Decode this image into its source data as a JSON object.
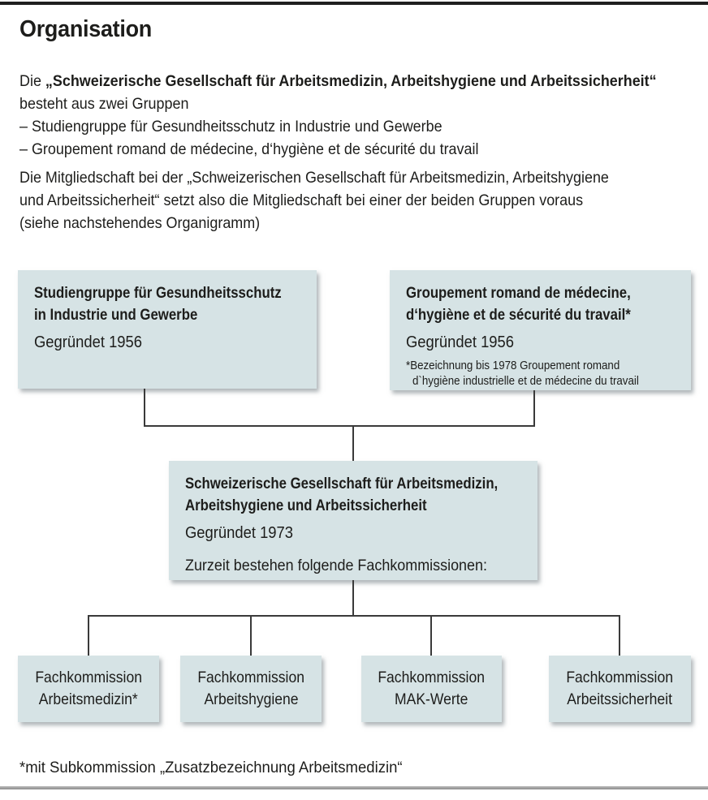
{
  "page": {
    "title": "Organisation",
    "bottom_footnote": "*mit Subkommission „Zusatzbezeichnung Arbeitsmedizin“"
  },
  "intro": {
    "lead_prefix": "Die ",
    "lead_bold": "„Schweizerische Gesellschaft für Arbeitsmedizin, Arbeitshygiene und Arbeitssicherheit“",
    "lead_line2": "besteht aus zwei Gruppen",
    "list_item1": "– Studiengruppe für Gesundheitsschutz in Industrie und Gewerbe",
    "list_item2": "– Groupement romand de médecine, d‘hygiène et de sécurité du travail",
    "para2_line1": "Die Mitgliedschaft bei der „Schweizerischen Gesellschaft für Arbeitsmedizin, Arbeitshygiene",
    "para2_line2": "und Arbeitssicherheit“ setzt also die Mitgliedschaft bei einer der beiden Gruppen voraus",
    "para2_line3": "(siehe nachstehendes Organigramm)"
  },
  "orgchart": {
    "group_left": {
      "title_line1": "Studiengruppe für Gesundheitsschutz",
      "title_line2": "in Industrie und Gewerbe",
      "founded": "Gegründet 1956"
    },
    "group_right": {
      "title_line1": "Groupement romand de médecine,",
      "title_line2": "d‘hygiène et de sécurité du travail*",
      "founded": "Gegründet 1956",
      "footnote_line1": "*Bezeichnung bis 1978 Groupement romand",
      "footnote_line2": "d`hygiène industrielle et de médecine du travail"
    },
    "society": {
      "title_line1": "Schweizerische Gesellschaft für Arbeitsmedizin,",
      "title_line2": "Arbeitshygiene und Arbeitssicherheit",
      "founded": "Gegründet 1973",
      "note": "Zurzeit bestehen folgende Fachkommissionen:"
    },
    "commissions": [
      {
        "line1": "Fachkommission",
        "line2": "Arbeitsmedizin*"
      },
      {
        "line1": "Fachkommission",
        "line2": "Arbeitshygiene"
      },
      {
        "line1": "Fachkommission",
        "line2": "MAK-Werte"
      },
      {
        "line1": "Fachkommission",
        "line2": "Arbeitssicherheit"
      }
    ]
  },
  "colors": {
    "box_bg": "#d6e3e5",
    "line": "#3a3a3a",
    "rule_top": "#1f1f1f",
    "rule_bottom": "#8d8d8d",
    "text": "#1d1d1b"
  }
}
